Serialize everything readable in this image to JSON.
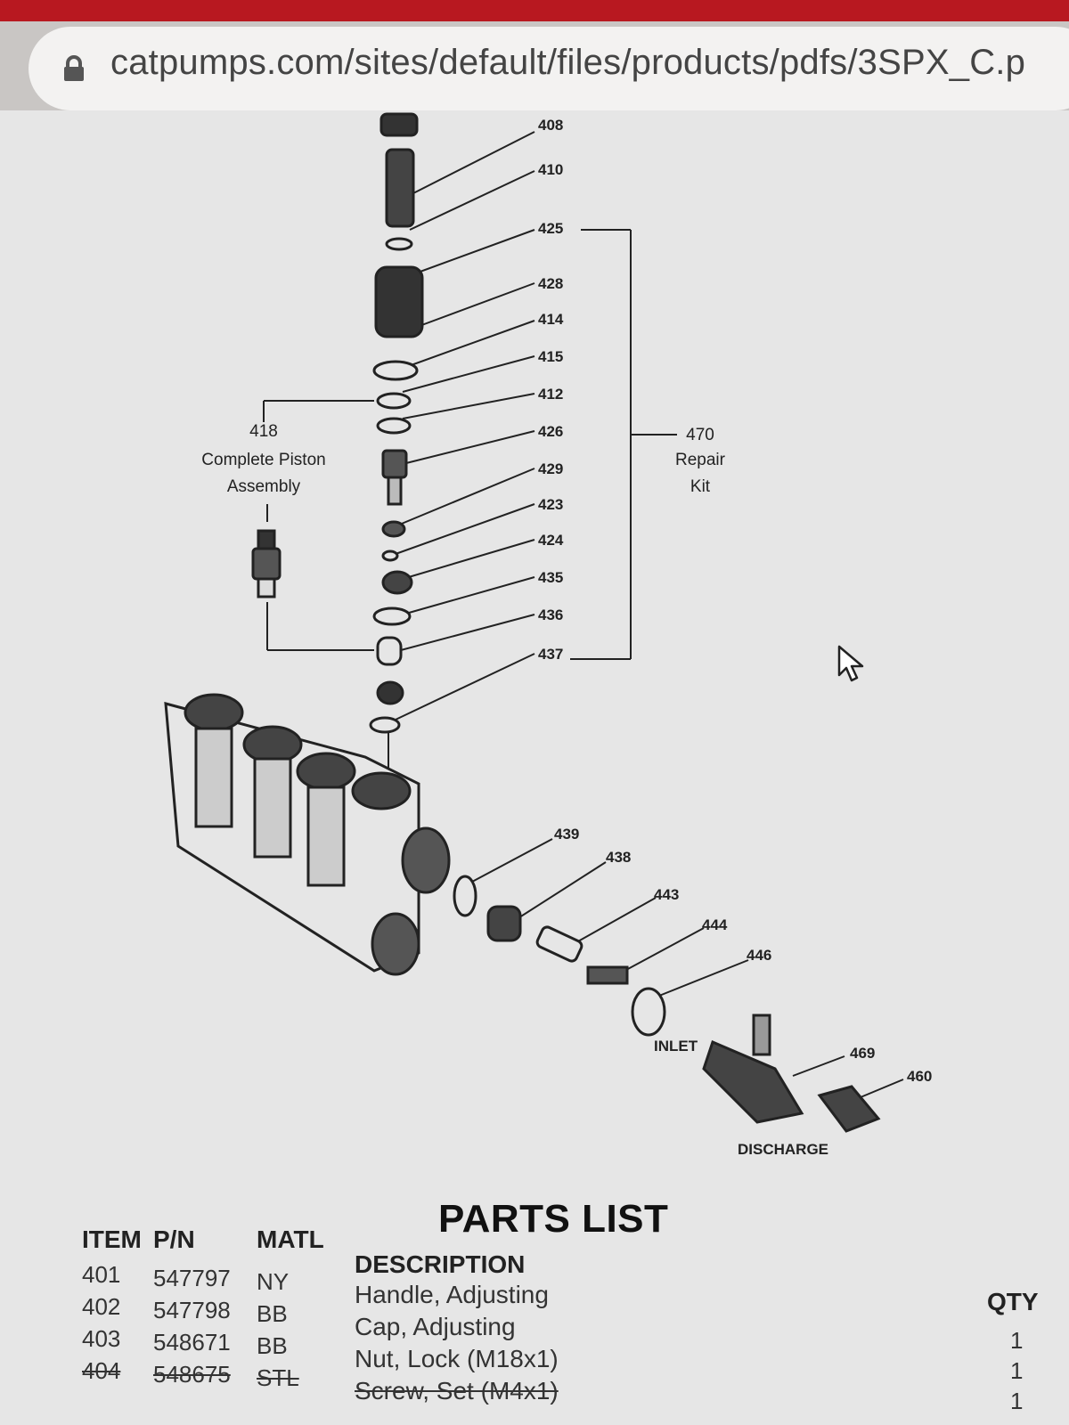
{
  "browser": {
    "url": "catpumps.com/sites/default/files/products/pdfs/3SPX_C.p"
  },
  "diagram": {
    "callouts_top": [
      "408",
      "410",
      "425",
      "428",
      "414",
      "415",
      "412",
      "426",
      "429",
      "423",
      "424",
      "435",
      "436",
      "437"
    ],
    "callouts_bottom": [
      "439",
      "438",
      "443",
      "444",
      "446",
      "469",
      "460"
    ],
    "piston_label_number": "418",
    "piston_label_line1": "Complete Piston",
    "piston_label_line2": "Assembly",
    "repair_kit_number": "470",
    "repair_kit_line1": "Repair",
    "repair_kit_line2": "Kit",
    "inlet_label": "INLET",
    "discharge_label": "DISCHARGE"
  },
  "parts_list": {
    "title": "PARTS LIST",
    "headers": {
      "item": "ITEM",
      "pn": "P/N",
      "matl": "MATL",
      "description": "DESCRIPTION",
      "qty": "QTY"
    },
    "rows": [
      {
        "item": "401",
        "pn": "547797",
        "matl": "NY",
        "description": "Handle, Adjusting",
        "qty": ""
      },
      {
        "item": "402",
        "pn": "547798",
        "matl": "BB",
        "description": "Cap, Adjusting",
        "qty": "1"
      },
      {
        "item": "403",
        "pn": "548671",
        "matl": "BB",
        "description": "Nut, Lock (M18x1)",
        "qty": "1"
      },
      {
        "item": "404",
        "pn": "548675",
        "matl": "STL",
        "description": "Screw, Set (M4x1)",
        "qty": "1"
      }
    ]
  }
}
